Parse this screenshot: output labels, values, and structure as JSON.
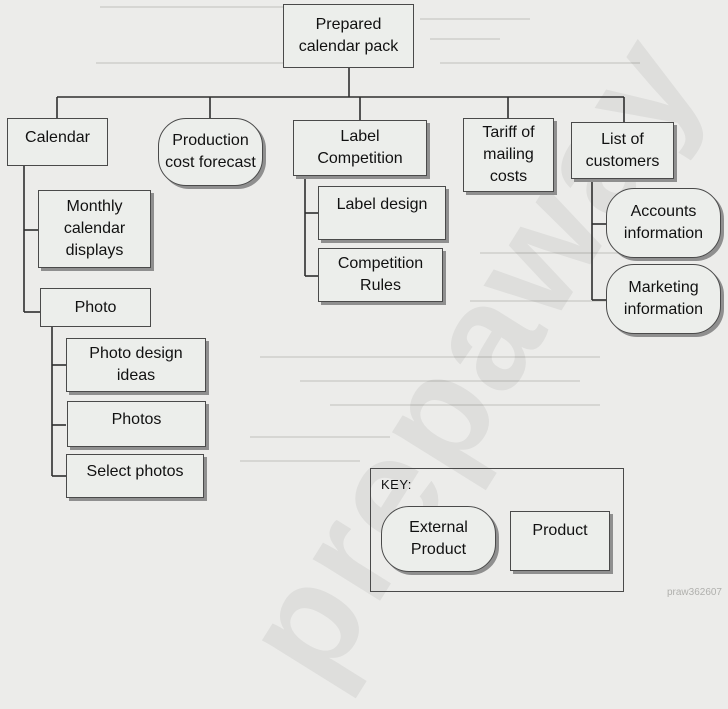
{
  "watermark": "prepaway",
  "image_code": "praw362607",
  "root": {
    "label": "Prepared\ncalendar pack",
    "type": "product"
  },
  "children": [
    {
      "id": "calendar",
      "label": "Calendar",
      "type": "product"
    },
    {
      "id": "production",
      "label": "Production\ncost forecast",
      "type": "external"
    },
    {
      "id": "label-competition",
      "label": "Label\nCompetition",
      "type": "product"
    },
    {
      "id": "tariff",
      "label": "Tariff of\nmailing\ncosts",
      "type": "product"
    },
    {
      "id": "customers",
      "label": "List of\ncustomers",
      "type": "product"
    }
  ],
  "calendar_children": [
    {
      "id": "monthly",
      "label": "Monthly\ncalendar\ndisplays",
      "type": "product"
    },
    {
      "id": "photo",
      "label": "Photo",
      "type": "product"
    }
  ],
  "photo_children": [
    {
      "id": "photo-design",
      "label": "Photo design\nideas",
      "type": "product"
    },
    {
      "id": "photos",
      "label": "Photos",
      "type": "product"
    },
    {
      "id": "select-photos",
      "label": "Select photos",
      "type": "product"
    }
  ],
  "competition_children": [
    {
      "id": "label-design",
      "label": "Label design",
      "type": "product"
    },
    {
      "id": "competition-rules",
      "label": "Competition\nRules",
      "type": "product"
    }
  ],
  "customers_children": [
    {
      "id": "accounts",
      "label": "Accounts\ninformation",
      "type": "external"
    },
    {
      "id": "marketing",
      "label": "Marketing\ninformation",
      "type": "external"
    }
  ],
  "key": {
    "title": "KEY:",
    "external": "External\nProduct",
    "product": "Product"
  }
}
